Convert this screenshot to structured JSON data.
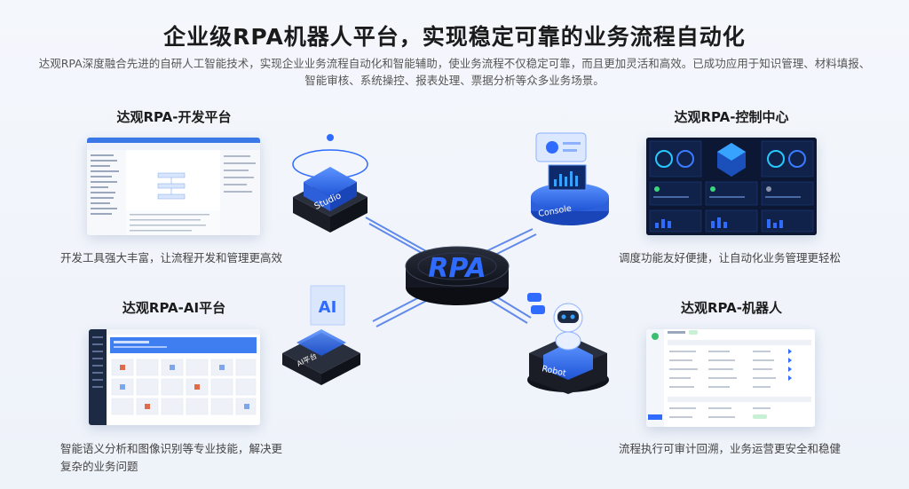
{
  "header": {
    "title": "企业级RPA机器人平台，实现稳定可靠的业务流程自动化",
    "subtitle_line1": "达观RPA深度融合先进的自研人工智能技术，实现企业业务流程自动化和智能辅助，使业务流程不仅稳定可靠，而且更加灵活和高效。已成功应用于知识管理、材料填报、",
    "subtitle_line2": "智能审核、系统操控、报表处理、票据分析等众多业务场景。"
  },
  "modules": {
    "dev": {
      "title": "达观RPA-开发平台",
      "desc": "开发工具强大丰富，让流程开发和管理更高效"
    },
    "ai": {
      "title": "达观RPA-AI平台",
      "desc_line1": "智能语义分析和图像识别等专业技能，解决更",
      "desc_line2": "复杂的业务问题"
    },
    "control": {
      "title": "达观RPA-控制中心",
      "desc": "调度功能友好便捷，让自动化业务管理更轻松"
    },
    "robot": {
      "title": "达观RPA-机器人",
      "desc": "流程执行可审计回溯，业务运营更安全和稳健"
    }
  },
  "hub": {
    "center_label": "RPA",
    "studio_label": "Studio",
    "console_label": "Console",
    "ai_label": "AI平台",
    "ai_glyph": "AI",
    "robot_label": "Robot"
  },
  "colors": {
    "accent": "#2f6bff",
    "dark_panel": "#0c1a3a",
    "hub_dark": "#1c1f2a"
  }
}
